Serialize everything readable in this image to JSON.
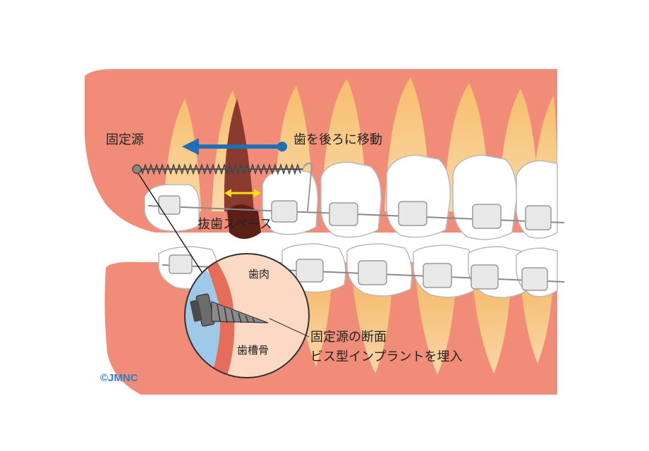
{
  "labels": {
    "anchorage": "固定源",
    "move_teeth_back": "歯を後ろに移動",
    "extraction_space": "抜歯スペース",
    "gum": "歯肉",
    "alveolar_bone": "歯槽骨",
    "cross_section_line1": "固定源の断面",
    "cross_section_line2": "ビス型インプラントを埋入"
  },
  "copyright": "©JMNC",
  "colors": {
    "gum": "#f08c78",
    "gum_dark": "#e06a55",
    "tooth": "#ffffff",
    "tooth_outline": "#b9b9b9",
    "root_shadow": "#f5b55a",
    "arrow": "#1e6fb8",
    "space_marker": "#f2e600",
    "extracted_tooth": "#7a2f24",
    "bone": "#fbd9c4",
    "copyright": "#2f7fc1"
  },
  "icons": {
    "arrow": "arrow-left-icon",
    "screw": "screw-icon",
    "spring": "coil-spring-icon"
  }
}
